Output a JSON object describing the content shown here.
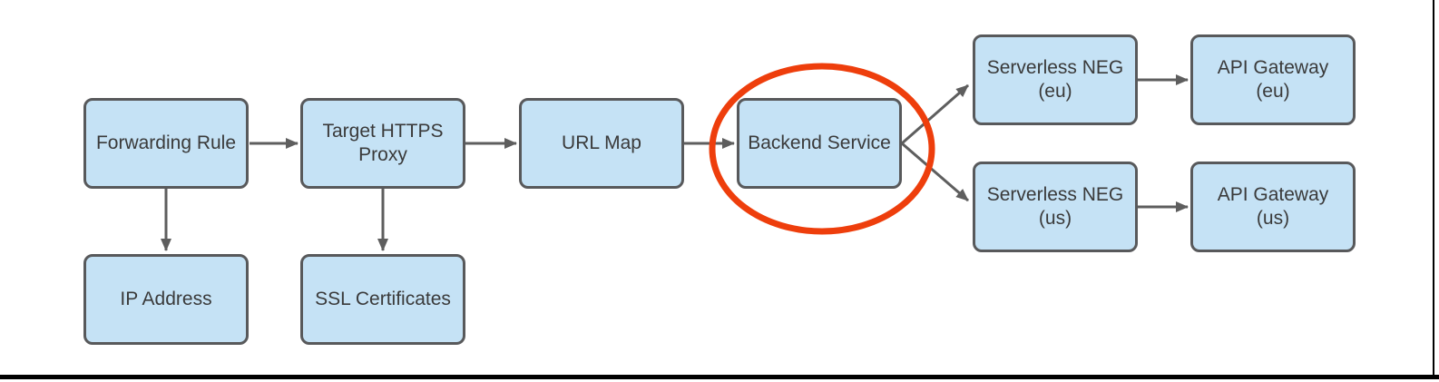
{
  "colors": {
    "node_fill": "#c5e2f5",
    "node_border": "#58595b",
    "text": "#3a3a3a",
    "arrow": "#5e5e5e",
    "highlight_ellipse": "#ee3e0c",
    "frame": "#000000"
  },
  "nodes": [
    {
      "id": "forwarding-rule",
      "lines": [
        "Forwarding Rule"
      ]
    },
    {
      "id": "target-https-proxy",
      "lines": [
        "Target HTTPS",
        "Proxy"
      ]
    },
    {
      "id": "url-map",
      "lines": [
        "URL Map"
      ]
    },
    {
      "id": "backend-service",
      "lines": [
        "Backend Service"
      ]
    },
    {
      "id": "serverless-neg-eu",
      "lines": [
        "Serverless NEG",
        "(eu)"
      ]
    },
    {
      "id": "api-gateway-eu",
      "lines": [
        "API Gateway",
        "(eu)"
      ]
    },
    {
      "id": "serverless-neg-us",
      "lines": [
        "Serverless NEG",
        "(us)"
      ]
    },
    {
      "id": "api-gateway-us",
      "lines": [
        "API Gateway",
        "(us)"
      ]
    },
    {
      "id": "ip-address",
      "lines": [
        "IP Address"
      ]
    },
    {
      "id": "ssl-certificates",
      "lines": [
        "SSL Certificates"
      ]
    }
  ],
  "edges": [
    {
      "from": "forwarding-rule",
      "to": "target-https-proxy"
    },
    {
      "from": "target-https-proxy",
      "to": "url-map"
    },
    {
      "from": "url-map",
      "to": "backend-service"
    },
    {
      "from": "backend-service",
      "to": "serverless-neg-eu"
    },
    {
      "from": "backend-service",
      "to": "serverless-neg-us"
    },
    {
      "from": "serverless-neg-eu",
      "to": "api-gateway-eu"
    },
    {
      "from": "serverless-neg-us",
      "to": "api-gateway-us"
    },
    {
      "from": "forwarding-rule",
      "to": "ip-address"
    },
    {
      "from": "target-https-proxy",
      "to": "ssl-certificates"
    }
  ],
  "annotations": {
    "highlight_ellipse_around": "backend-service"
  }
}
